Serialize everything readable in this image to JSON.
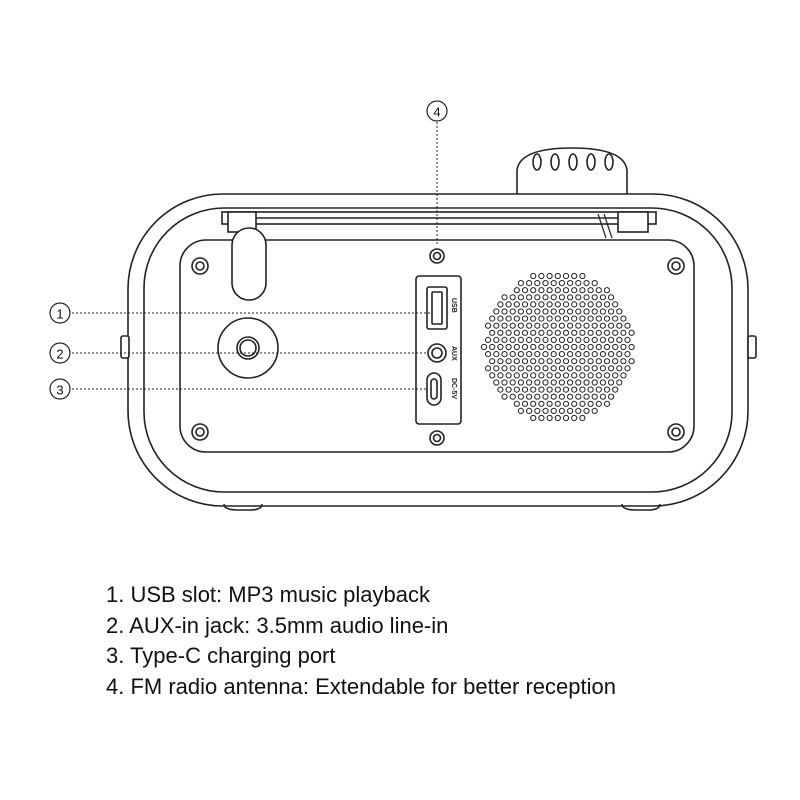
{
  "callouts": {
    "c1": "1",
    "c2": "2",
    "c3": "3",
    "c4": "4"
  },
  "port_labels": {
    "usb": "USB",
    "aux": "AUX",
    "dc": "DC-5V"
  },
  "legend": [
    "1. USB slot: MP3 music playback",
    "2. AUX-in jack: 3.5mm audio line-in",
    "3. Type-C charging port",
    "4. FM radio antenna: Extendable for better reception"
  ]
}
